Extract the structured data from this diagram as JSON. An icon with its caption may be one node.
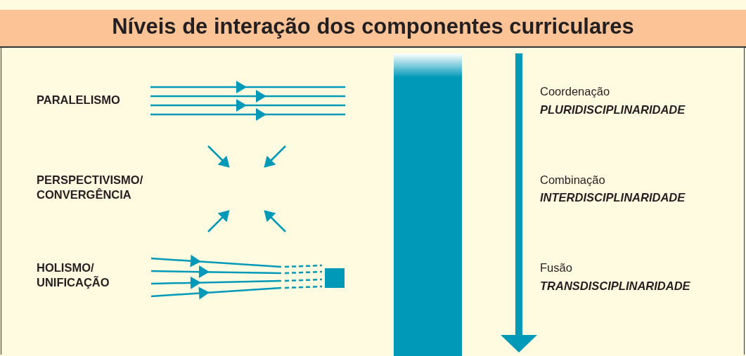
{
  "diagram": {
    "title": "Níveis de interação dos componentes curriculares",
    "nodes": [
      {
        "text": [],
        "shape": "bar"
      }
    ],
    "labels": [
      "PARALELISMO",
      "Coordenação",
      "PLURIDISCIPLINARIDADE",
      "PERSPECTIVISMO/ CONVERGÊNCIA",
      "Combinação",
      "INTERDISCIPLINARIDADE",
      "HOLISMO/ UNIFICAÇÃO",
      "Fusão",
      "TRANSDISCIPLINARIDADE"
    ]
  }
}
